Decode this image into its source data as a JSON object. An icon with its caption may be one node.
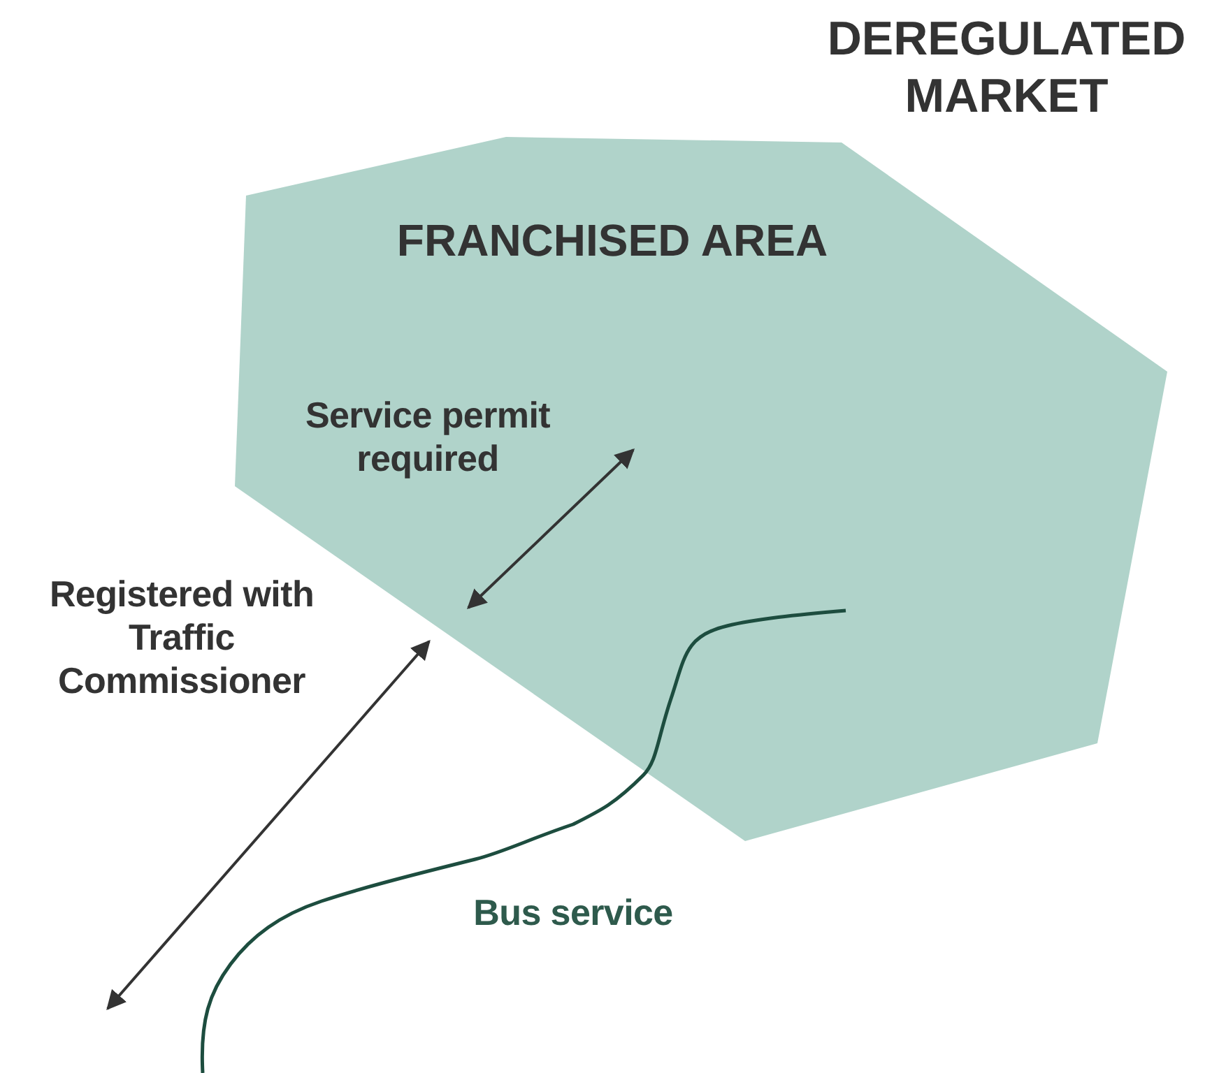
{
  "diagram": {
    "nodes": [
      {
        "text": [
          "DEREGULATED MARKET"
        ]
      },
      {
        "text": [
          "FRANCHISED AREA"
        ],
        "in": 0
      }
    ],
    "labels": [
      "Service permit required",
      "Registered with Traffic Commissioner",
      "Bus service"
    ]
  }
}
